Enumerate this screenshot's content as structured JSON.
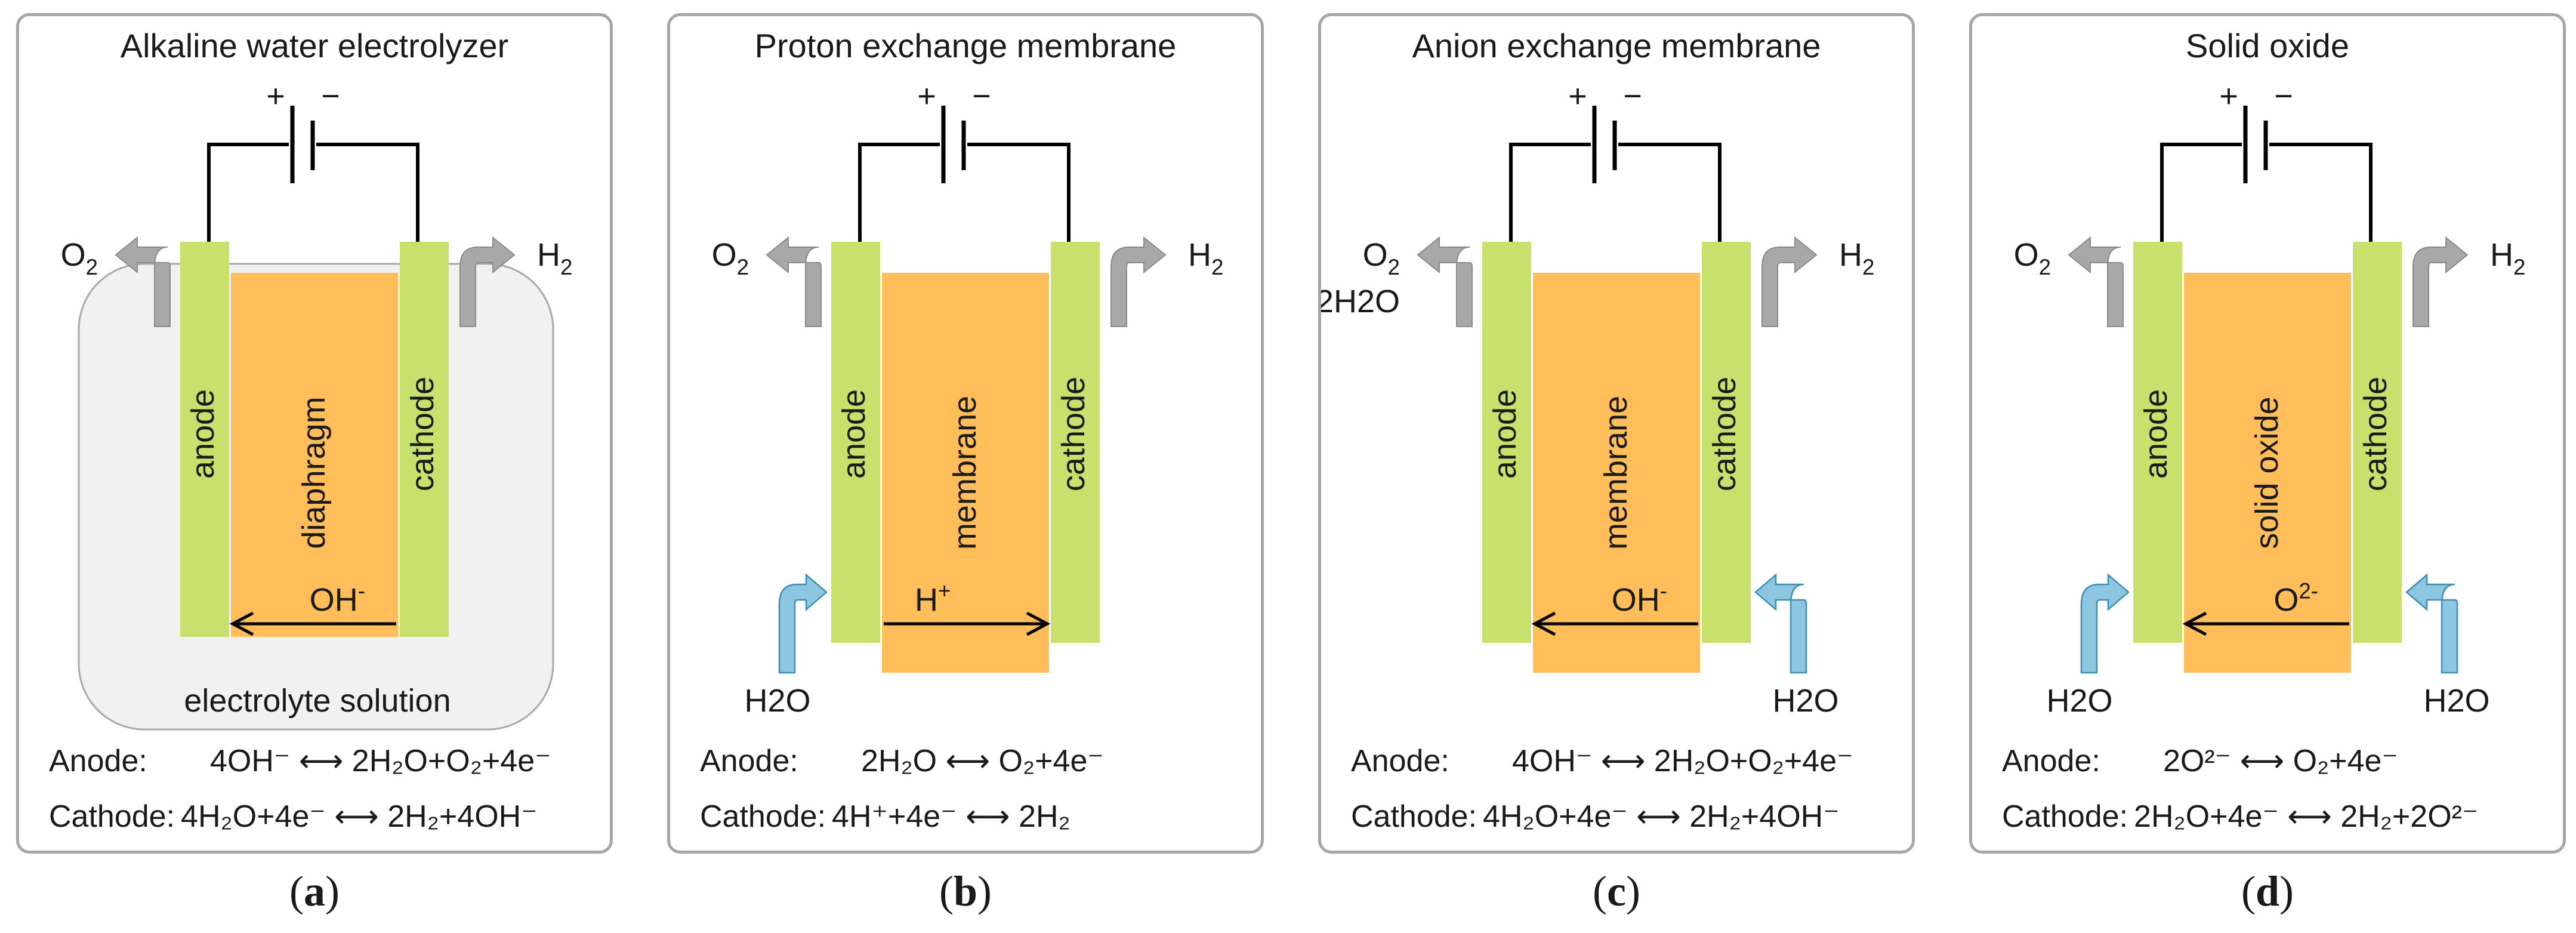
{
  "panels": [
    {
      "title": "Alkaline water electrolyzer",
      "left_electrode": "anode",
      "right_electrode": "cathode",
      "middle": "diaphragm",
      "plus": "+",
      "minus": "−",
      "gas_left": [
        "O2"
      ],
      "gas_right": [
        "H2"
      ],
      "ion": "OH-",
      "ion_direction": "right-to-left",
      "water_in": [],
      "electrolyte": "electrolyte solution",
      "anode_label": "Anode:",
      "anode_eq": "4OH⁻ ⟷ 2H₂O+O₂+4e⁻",
      "cathode_label": "Cathode:",
      "cathode_eq": "4H₂O+4e⁻ ⟷ 2H₂+4OH⁻",
      "caption_open": "(",
      "caption_letter": "a",
      "caption_close": ")"
    },
    {
      "title": "Proton exchange membrane",
      "left_electrode": "anode",
      "right_electrode": "cathode",
      "middle": "membrane",
      "plus": "+",
      "minus": "−",
      "gas_left": [
        "O2"
      ],
      "gas_right": [
        "H2"
      ],
      "ion": "H+",
      "ion_direction": "left-to-right",
      "water_in": [
        "left"
      ],
      "water_label": "H2O",
      "electrolyte": "",
      "anode_label": "Anode:",
      "anode_eq": "2H₂O ⟷ O₂+4e⁻",
      "cathode_label": "Cathode:",
      "cathode_eq": "4H⁺+4e⁻ ⟷ 2H₂",
      "caption_open": "(",
      "caption_letter": "b",
      "caption_close": ")"
    },
    {
      "title": "Anion exchange membrane",
      "left_electrode": "anode",
      "right_electrode": "cathode",
      "middle": "membrane",
      "plus": "+",
      "minus": "−",
      "gas_left": [
        "O2",
        "2H2O"
      ],
      "gas_right": [
        "H2"
      ],
      "ion": "OH-",
      "ion_direction": "right-to-left",
      "water_in": [
        "right"
      ],
      "water_label": "H2O",
      "electrolyte": "",
      "anode_label": "Anode:",
      "anode_eq": "4OH⁻ ⟷ 2H₂O+O₂+4e⁻",
      "cathode_label": "Cathode:",
      "cathode_eq": "4H₂O+4e⁻ ⟷ 2H₂+4OH⁻",
      "caption_open": "(",
      "caption_letter": "c",
      "caption_close": ")"
    },
    {
      "title": "Solid oxide",
      "left_electrode": "anode",
      "right_electrode": "cathode",
      "middle": "solid oxide",
      "plus": "+",
      "minus": "−",
      "gas_left": [
        "O2"
      ],
      "gas_right": [
        "H2"
      ],
      "ion": "O2-",
      "ion_direction": "right-to-left",
      "water_in": [
        "left",
        "right"
      ],
      "water_label": "H2O",
      "electrolyte": "",
      "anode_label": "Anode:",
      "anode_eq": "2O²⁻ ⟷ O₂+4e⁻",
      "cathode_label": "Cathode:",
      "cathode_eq": "2H₂O+4e⁻ ⟷ 2H₂+2O²⁻",
      "caption_open": "(",
      "caption_letter": "d",
      "caption_close": ")"
    }
  ],
  "colors": {
    "electrode": "#c8e06c",
    "middle": "#ffbe5a",
    "gas_arrow": "#a8a8a8",
    "water_arrow": "#8cc6e0",
    "electrolyte_bg": "#f1f1f1",
    "border": "#a6a6a6",
    "wire": "#000000"
  },
  "icons": {
    "gas_out": "curved-arrow-up-outward",
    "water_in": "curved-arrow-up-inward",
    "battery": "battery-symbol"
  }
}
